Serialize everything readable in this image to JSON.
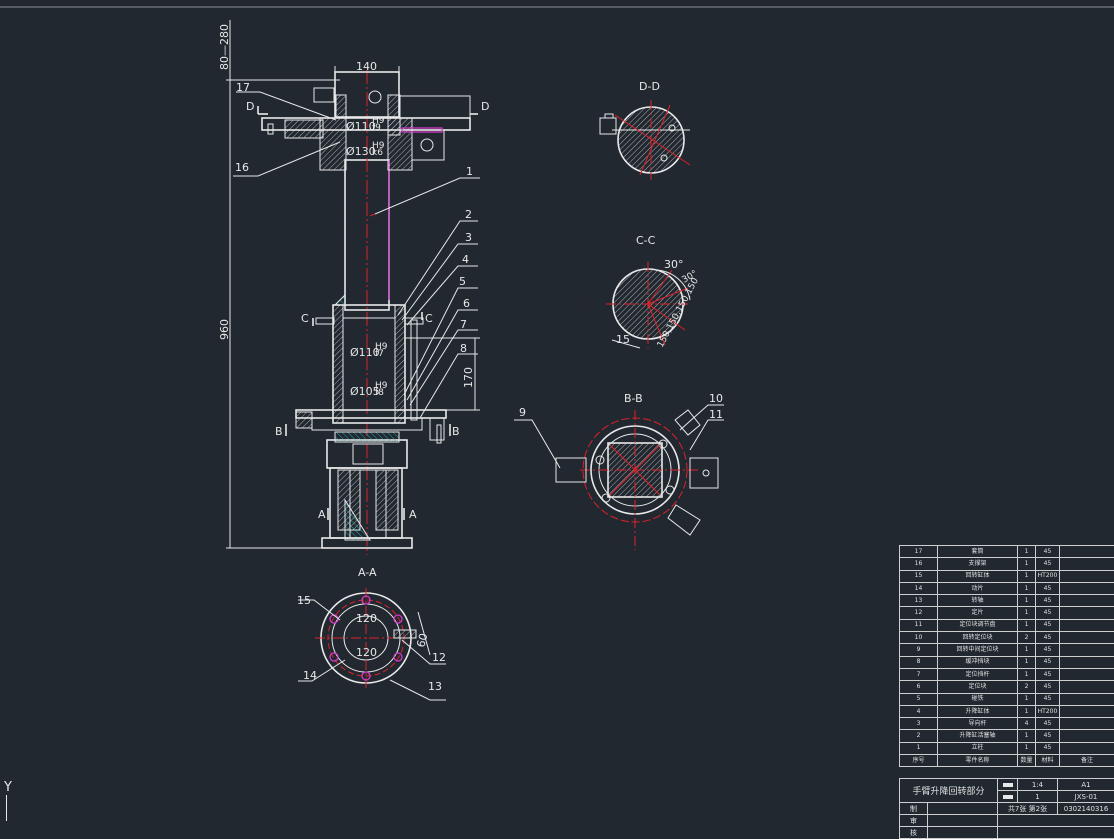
{
  "sections": {
    "dd": "D-D",
    "cc": "C-C",
    "bb": "B-B",
    "aa": "A-A"
  },
  "cut_marks": {
    "d_left": "D",
    "d_right": "D",
    "c_left": "C",
    "c_right": "C",
    "b_left": "B",
    "b_right": "B",
    "a_left": "A",
    "a_right": "A"
  },
  "dims": {
    "range_top": "80—280",
    "width_top": "140",
    "height_total": "960",
    "height_mid": "170",
    "dia_110_top": "Ø110",
    "fit_110_top_up": "H9",
    "fit_110_top_low": "f9",
    "dia_130": "Ø130",
    "fit_130_up": "H9",
    "fit_130_low": "k6",
    "dia_110_mid": "Ø110",
    "fit_110_mid_up": "H9",
    "fit_110_mid_low": "f7",
    "dia_105": "Ø105",
    "fit_105_up": "H9",
    "fit_105_low": "f8",
    "cc_angle_1": "30°",
    "cc_angle_2": "30°",
    "cc_15": "15",
    "cc_vals": "150,150,150,150",
    "aa_120_a": "120",
    "aa_120_b": "120",
    "aa_60": "60"
  },
  "balloons": {
    "b1": "1",
    "b2": "2",
    "b3": "3",
    "b4": "4",
    "b5": "5",
    "b6": "6",
    "b7": "7",
    "b8": "8",
    "b9": "9",
    "b10": "10",
    "b11": "11",
    "b12": "12",
    "b13": "13",
    "b14": "14",
    "b15": "15",
    "b16": "16",
    "b17": "17"
  },
  "bom": [
    {
      "no": "17",
      "name": "套筒",
      "qty": "1",
      "mat": "45",
      "note": ""
    },
    {
      "no": "16",
      "name": "支撑架",
      "qty": "1",
      "mat": "45",
      "note": ""
    },
    {
      "no": "15",
      "name": "回转缸体",
      "qty": "1",
      "mat": "HT200",
      "note": ""
    },
    {
      "no": "14",
      "name": "动片",
      "qty": "1",
      "mat": "45",
      "note": ""
    },
    {
      "no": "13",
      "name": "转轴",
      "qty": "1",
      "mat": "45",
      "note": ""
    },
    {
      "no": "12",
      "name": "定片",
      "qty": "1",
      "mat": "45",
      "note": ""
    },
    {
      "no": "11",
      "name": "定位块调节盘",
      "qty": "1",
      "mat": "45",
      "note": ""
    },
    {
      "no": "10",
      "name": "回转定位块",
      "qty": "2",
      "mat": "45",
      "note": ""
    },
    {
      "no": "9",
      "name": "回转中间定位块",
      "qty": "1",
      "mat": "45",
      "note": ""
    },
    {
      "no": "8",
      "name": "缓冲挡块",
      "qty": "1",
      "mat": "45",
      "note": ""
    },
    {
      "no": "7",
      "name": "定位挡杆",
      "qty": "1",
      "mat": "45",
      "note": ""
    },
    {
      "no": "6",
      "name": "定位块",
      "qty": "2",
      "mat": "45",
      "note": ""
    },
    {
      "no": "5",
      "name": "碰铁",
      "qty": "1",
      "mat": "45",
      "note": ""
    },
    {
      "no": "4",
      "name": "升降缸体",
      "qty": "1",
      "mat": "HT200",
      "note": ""
    },
    {
      "no": "3",
      "name": "导向杆",
      "qty": "4",
      "mat": "45",
      "note": ""
    },
    {
      "no": "2",
      "name": "升降缸活塞轴",
      "qty": "1",
      "mat": "45",
      "note": ""
    },
    {
      "no": "1",
      "name": "立柱",
      "qty": "1",
      "mat": "45",
      "note": ""
    }
  ],
  "bom_header": {
    "no": "序号",
    "name": "零件名称",
    "qty": "数量",
    "mat": "材料",
    "note": "备注"
  },
  "title_block": {
    "title": "手臂升降回转部分",
    "scale": "1:4",
    "sheet_size": "A1",
    "count": "1",
    "drawing_no": "JXS-01",
    "sheets": "共7张 第2张",
    "student_no": "0302140316",
    "row_a": "制",
    "row_b": "审",
    "row_c": "核"
  },
  "ucs": "Y"
}
